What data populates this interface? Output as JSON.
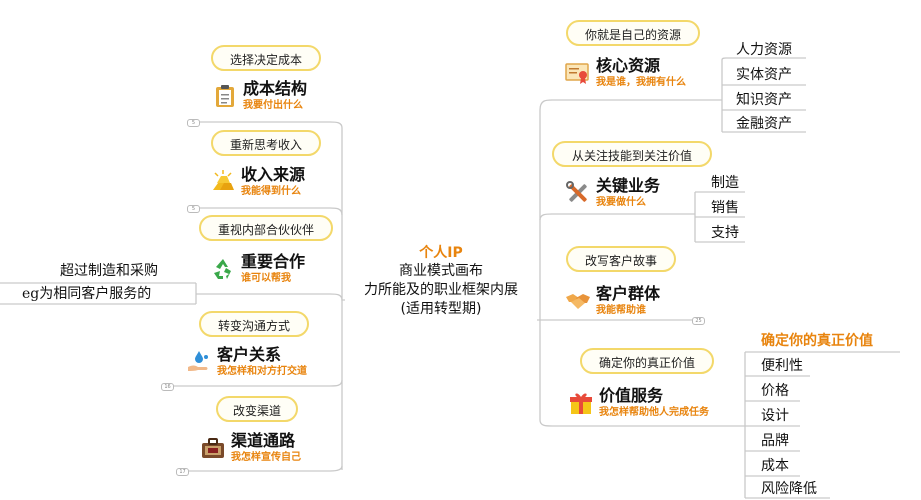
{
  "center": {
    "title": "个人IP",
    "lines": [
      "商业模式画布",
      "力所能及的职业框架内展",
      "(适用转型期)"
    ]
  },
  "left": [
    {
      "pill": "选择决定成本",
      "title": "成本结构",
      "sub": "我要付出什么",
      "icon": "clipboard-icon"
    },
    {
      "pill": "重新思考收入",
      "title": "收入来源",
      "sub": "我能得到什么",
      "icon": "gold-bars-icon"
    },
    {
      "pill": "重视内部合伙伙伴",
      "title": "重要合作",
      "sub": "谁可以帮我",
      "icon": "recycle-icon"
    },
    {
      "pill": "转变沟通方式",
      "title": "客户关系",
      "sub": "我怎样和对方打交道",
      "icon": "hand-water-drop-icon"
    },
    {
      "pill": "改变渠道",
      "title": "渠道通路",
      "sub": "我怎样宣传自己",
      "icon": "briefcase-icon"
    }
  ],
  "partner_notes": [
    "超过制造和采购",
    "eg为相同客户服务的"
  ],
  "right": [
    {
      "pill": "你就是自己的资源",
      "title": "核心资源",
      "sub": "我是谁，我拥有什么",
      "icon": "certificate-icon",
      "leaves": [
        "人力资源",
        "实体资产",
        "知识资产",
        "金融资产"
      ]
    },
    {
      "pill": "从关注技能到关注价值",
      "title": "关键业务",
      "sub": "我要做什么",
      "icon": "tools-icon",
      "leaves": [
        "制造",
        "销售",
        "支持"
      ]
    },
    {
      "pill": "改写客户故事",
      "title": "客户群体",
      "sub": "我能帮助谁",
      "icon": "handshake-icon",
      "leaves": []
    },
    {
      "pill": "确定你的真正价值",
      "title": "价值服务",
      "sub": "我怎样帮助他人完成任务",
      "icon": "gift-icon",
      "leaves": [
        "确定你的真正价值",
        "便利性",
        "价格",
        "设计",
        "品牌",
        "成本",
        "风险降低"
      ]
    }
  ],
  "colors": {
    "line": "#c9c9c9",
    "pill_border": "#f3d86a",
    "accent": "#e8840e"
  }
}
